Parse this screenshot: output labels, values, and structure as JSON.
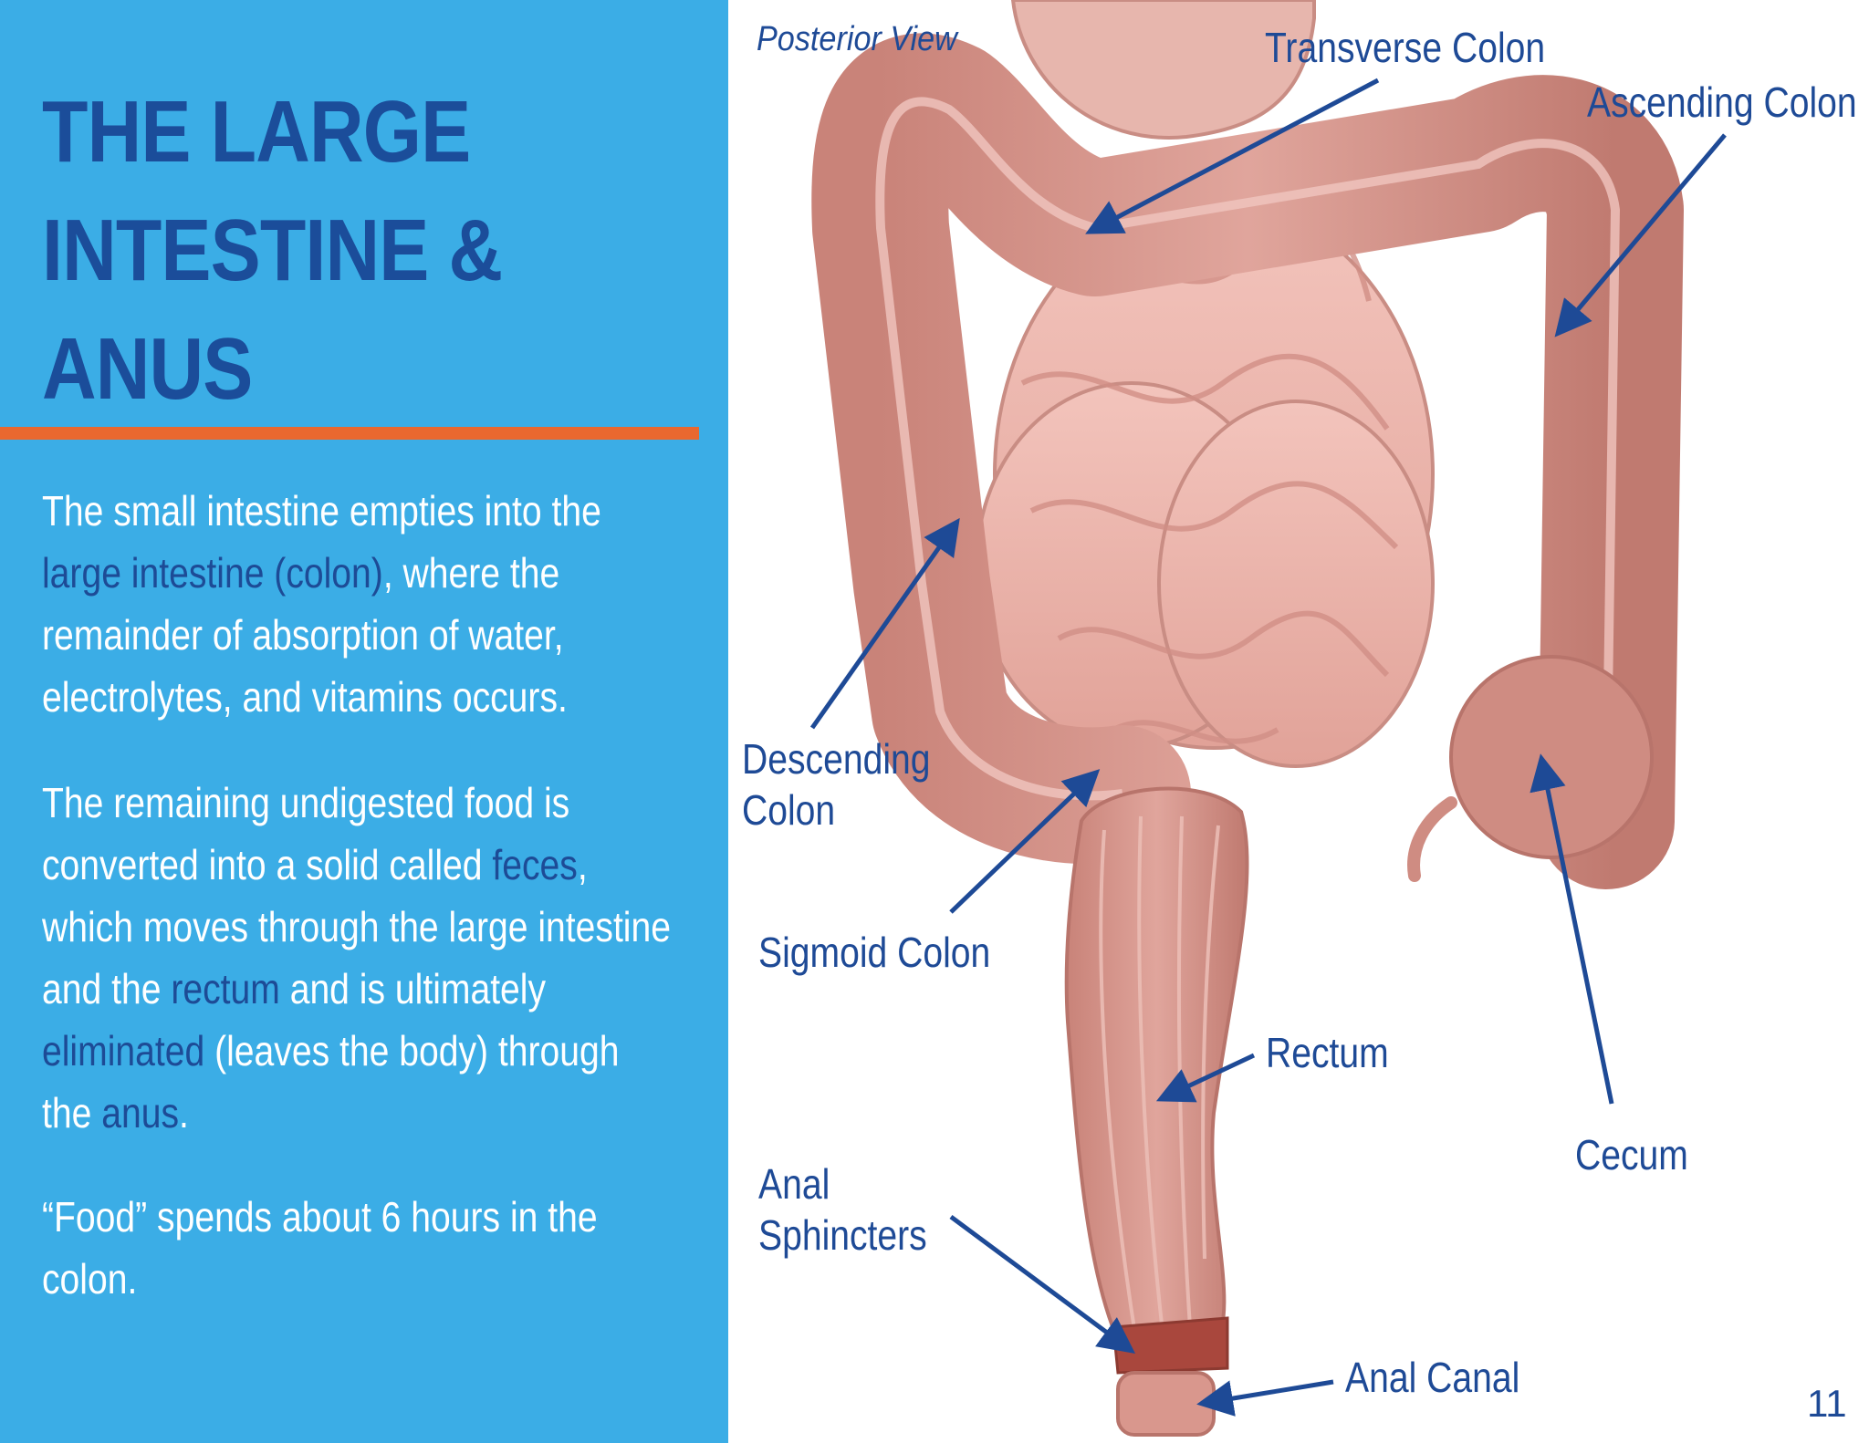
{
  "title_lines": [
    "THE LARGE",
    "INTESTINE &",
    "ANUS"
  ],
  "paragraphs": {
    "p1": {
      "t1": "The small intestine empties into the ",
      "h1": "large intestine (colon)",
      "t2": ", where the remainder of absorption of water, electrolytes, and vitamins occurs."
    },
    "p2": {
      "t1": "The remaining undigested food is converted into a solid called ",
      "h1": "feces",
      "t2": ", which moves through the large intestine and the ",
      "h2": "rectum",
      "t3": " and is ultimately ",
      "h3": "eliminated",
      "t4": " (leaves the body) through the ",
      "h4": "anus",
      "t5": "."
    },
    "p3": "“Food” spends about 6 hours in the colon."
  },
  "diagram": {
    "view": "Posterior View",
    "labels": {
      "transverse": "Transverse Colon",
      "ascending": "Ascending Colon",
      "descending": "Descending Colon",
      "sigmoid": "Sigmoid Colon",
      "rectum": "Rectum",
      "cecum": "Cecum",
      "anal_sphincters": "Anal Sphincters",
      "anal_canal": "Anal Canal"
    }
  },
  "page_number": "11",
  "colors": {
    "panel": "#3bade6",
    "title": "#1b4d9a",
    "rule": "#e9682f",
    "highlight": "#1d4b96",
    "label": "#1e4a96",
    "tissue": "#d99a91"
  }
}
